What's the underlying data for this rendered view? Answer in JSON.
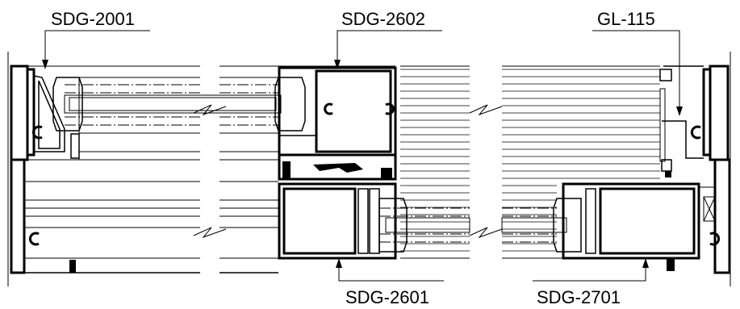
{
  "labels": {
    "sdg2001": "SDG-2001",
    "sdg2602": "SDG-2602",
    "gl115": "GL-115",
    "sdg2601": "SDG-2601",
    "sdg2701": "SDG-2701"
  },
  "colors": {
    "line": "#000000",
    "background": "#ffffff"
  }
}
